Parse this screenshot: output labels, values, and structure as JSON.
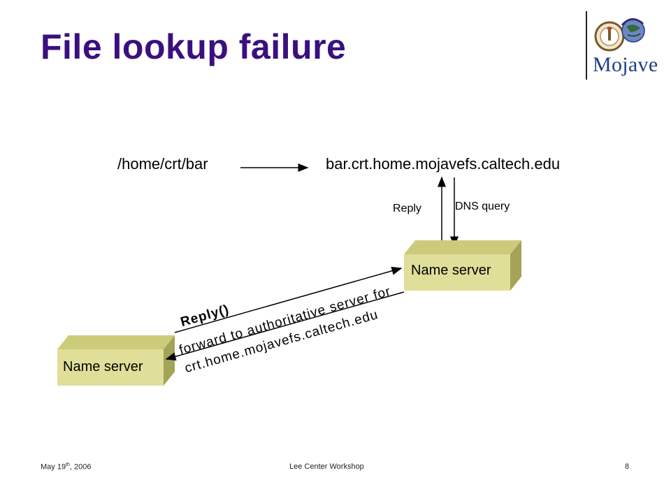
{
  "title": "File lookup failure",
  "logo": {
    "text": "Mojave",
    "icon": "caltech-seal-and-globe-logo"
  },
  "mapping": {
    "path": "/home/crt/bar",
    "dns_name": "bar.crt.home.mojavefs.caltech.edu"
  },
  "labels": {
    "reply": "Reply",
    "dns_query": "DNS query",
    "reply_call": "Reply()",
    "forward_line1": "forward to authoritative server for",
    "forward_line2": "crt.home.mojavefs.caltech.edu"
  },
  "servers": {
    "upper": "Name server",
    "lower": "Name server"
  },
  "colors": {
    "title": "#3a1080",
    "server_face": "#e0df9a",
    "server_side": "#a4a356",
    "server_top": "#cccb7a"
  },
  "footer": {
    "date_prefix": "May 19",
    "date_sup": "th",
    "date_suffix": ", 2006",
    "event": "Lee Center Workshop",
    "page": "8"
  }
}
